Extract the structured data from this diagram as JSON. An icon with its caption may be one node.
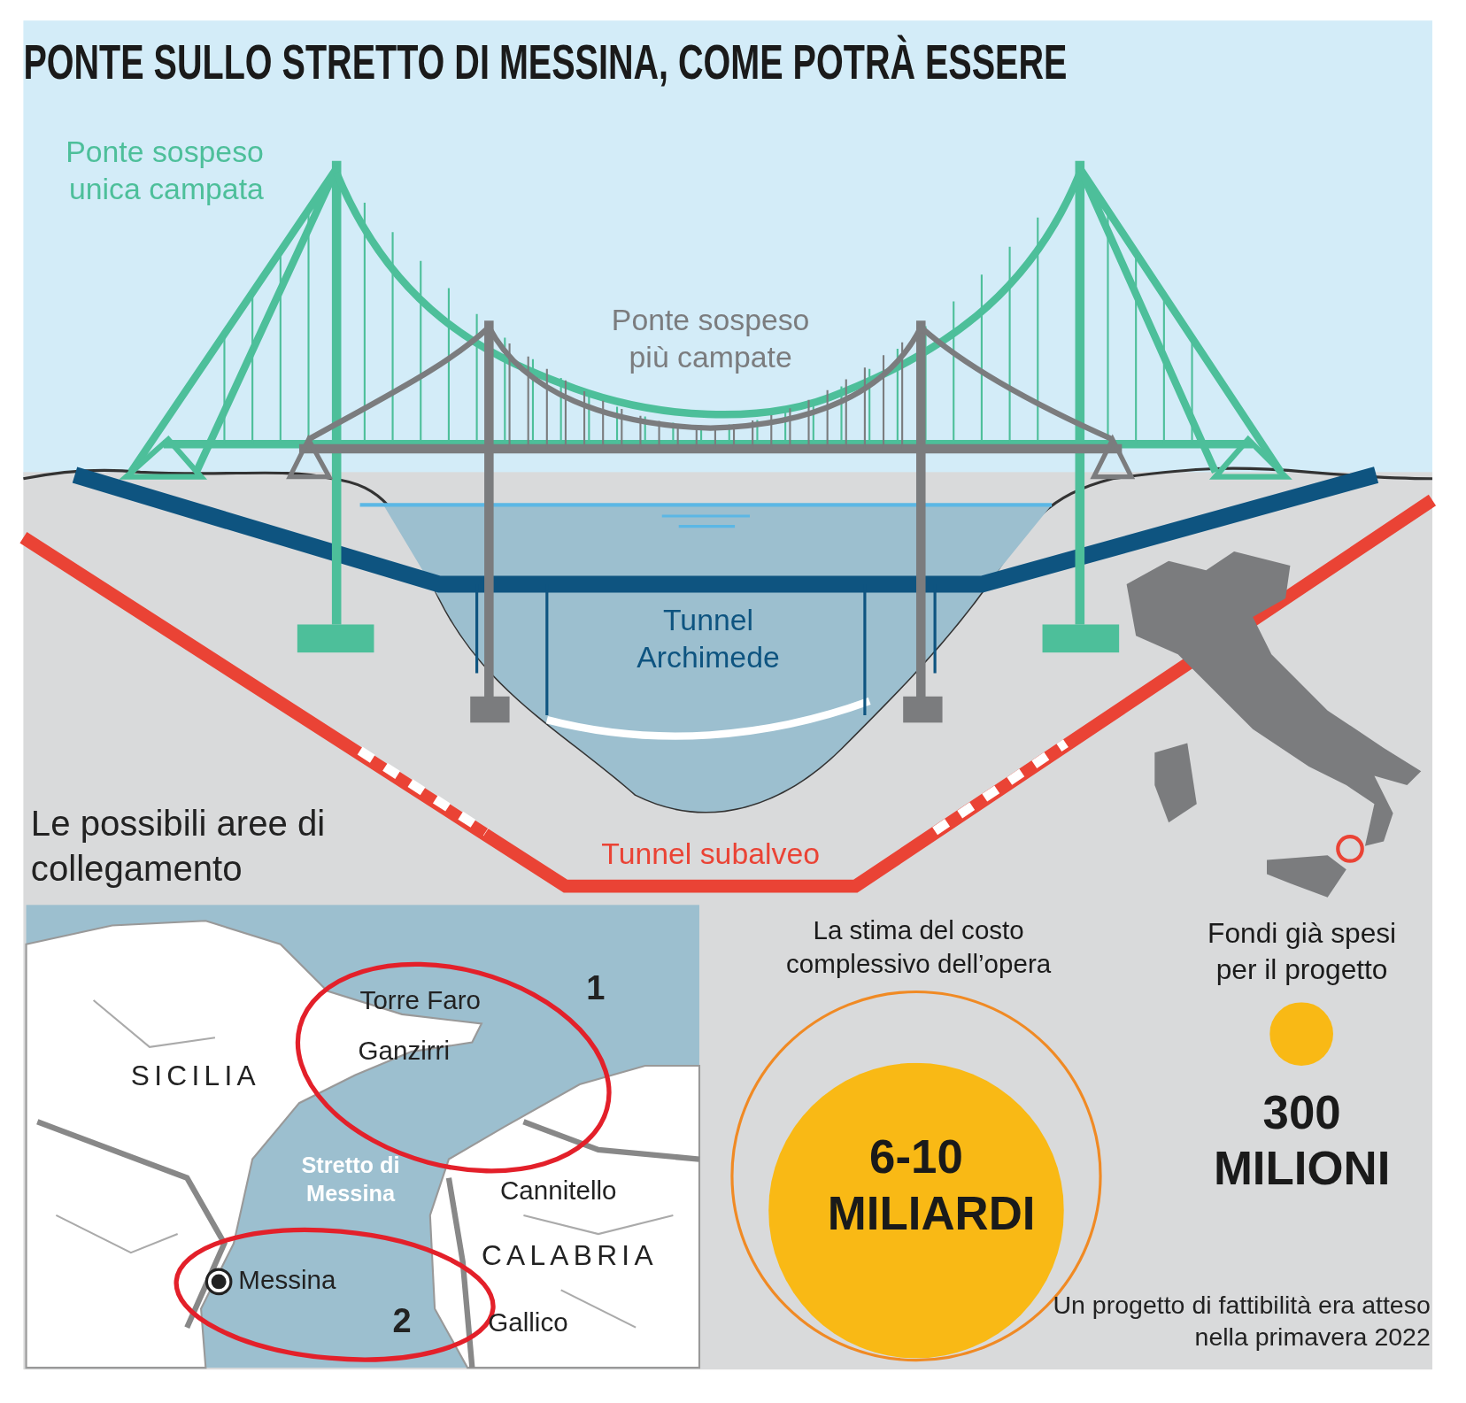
{
  "diagram": {
    "title": "PONTE SULLO STRETTO DI MESSINA, COME POTRÀ ESSERE",
    "nodes": [
      {
        "text": [
          "6-10 MILIARDI"
        ],
        "beside": [
          "La stima del costo complessivo dell’opera"
        ]
      },
      {
        "text": [],
        "shape": "circle",
        "beside": [
          "Fondi già spesi per il progetto",
          "300 MILIONI"
        ]
      }
    ],
    "labels": [
      "Ponte sospeso unica campata",
      "Ponte sospeso più campate",
      "Tunnel Archimede",
      "Le possibili aree di collegamento",
      "Tunnel subalveo",
      "1",
      "Torre Faro",
      "Ganzirri",
      "SICILIA",
      "Stretto di Messina",
      "Cannitello",
      "CALABRIA",
      "Messina",
      "2",
      "Gallico",
      "Un progetto di fattibilità era atteso nella primavera 2022"
    ]
  }
}
